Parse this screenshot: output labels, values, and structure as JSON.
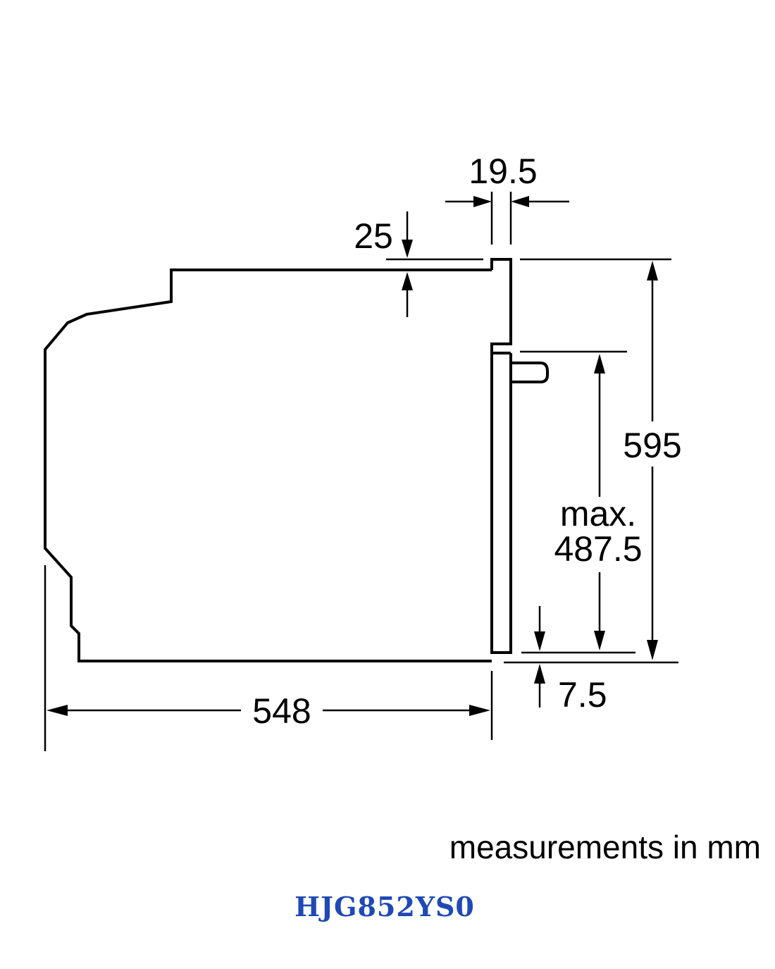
{
  "dimensions": {
    "door_thickness": "19.5",
    "top_offset": "25",
    "total_height": "595",
    "max_label": "max.",
    "max_height": "487.5",
    "bottom_offset": "7.5",
    "depth": "548"
  },
  "units_note": "measurements in mm",
  "model": "HJG852YS0",
  "colors": {
    "line": "#000000",
    "model_text": "#1f49b6"
  }
}
